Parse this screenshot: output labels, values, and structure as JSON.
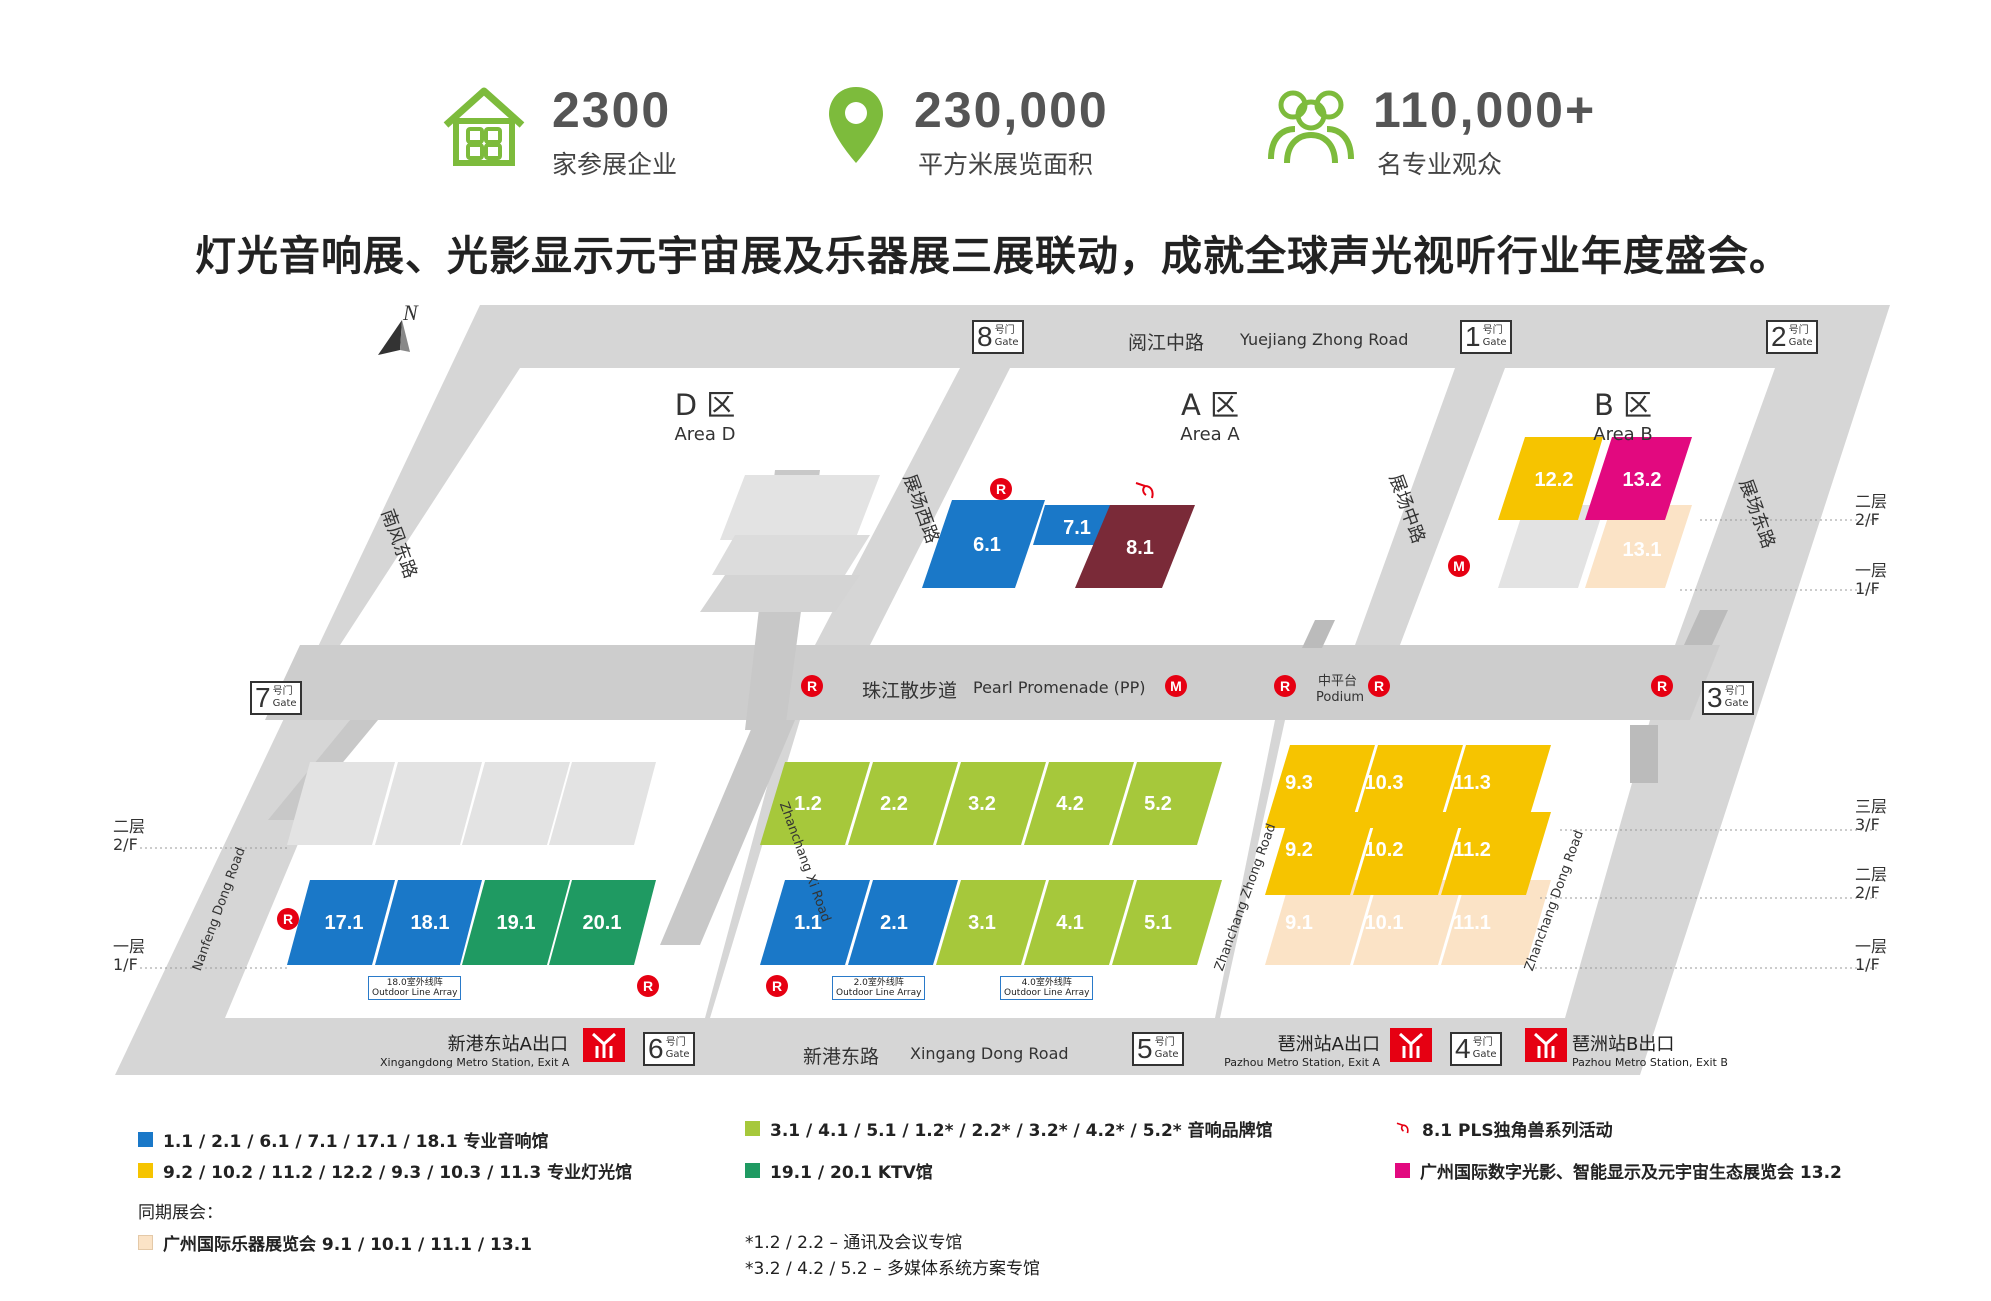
{
  "stats": [
    {
      "icon": "house-icon",
      "number": "2300",
      "label": "家参展企业"
    },
    {
      "icon": "location-pin-icon",
      "number": "230,000",
      "label": "平方米展览面积"
    },
    {
      "icon": "people-icon",
      "number": "110,000+",
      "label": "名专业观众"
    }
  ],
  "headline": "灯光音响展、光影显示元宇宙展及乐器展三展联动，成就全球声光视听行业年度盛会。",
  "areas": {
    "d": {
      "cn": "D 区",
      "en": "Area D"
    },
    "a": {
      "cn": "A 区",
      "en": "Area A"
    },
    "b": {
      "cn": "B 区",
      "en": "Area B"
    }
  },
  "roads": {
    "yuejiang_cn": "阅江中路",
    "yuejiang_en": "Yuejiang Zhong Road",
    "promenade_cn": "珠江散步道",
    "promenade_en": "Pearl Promenade (PP)",
    "podium_cn": "中平台",
    "podium_en": "Podium",
    "xingang_cn": "新港东路",
    "xingang_en": "Xingang Dong Road",
    "nanfeng_cn": "南风东路",
    "nanfeng_en": "Nanfeng Dong Road",
    "zcxi_cn": "展场西路",
    "zcxi_en": "Zhanchang Xi Road",
    "zczhong_cn": "展场中路",
    "zczhong_en": "Zhanchang Zhong Road",
    "zcdong_cn": "展场东路",
    "zcdong_en": "Zhanchang Dong Road"
  },
  "gates": [
    {
      "num": "8",
      "hao": "号门",
      "en": "Gate"
    },
    {
      "num": "1",
      "hao": "号门",
      "en": "Gate"
    },
    {
      "num": "2",
      "hao": "号门",
      "en": "Gate"
    },
    {
      "num": "7",
      "hao": "号门",
      "en": "Gate"
    },
    {
      "num": "3",
      "hao": "号门",
      "en": "Gate"
    },
    {
      "num": "6",
      "hao": "号门",
      "en": "Gate"
    },
    {
      "num": "5",
      "hao": "号门",
      "en": "Gate"
    },
    {
      "num": "4",
      "hao": "号门",
      "en": "Gate"
    }
  ],
  "floors": {
    "f1_cn": "一层",
    "f1_en": "1/F",
    "f2_cn": "二层",
    "f2_en": "2/F",
    "f3_cn": "三层",
    "f3_en": "3/F"
  },
  "halls": {
    "h61": "6.1",
    "h71": "7.1",
    "h81": "8.1",
    "h122": "12.2",
    "h132": "13.2",
    "h131": "13.1",
    "h171": "17.1",
    "h181": "18.1",
    "h191": "19.1",
    "h201": "20.1",
    "h12": "1.2",
    "h22": "2.2",
    "h32": "3.2",
    "h42": "4.2",
    "h52": "5.2",
    "h11": "1.1",
    "h21": "2.1",
    "h31": "3.1",
    "h41": "4.1",
    "h51": "5.1",
    "h93": "9.3",
    "h103": "10.3",
    "h113": "11.3",
    "h92": "9.2",
    "h102": "10.2",
    "h112": "11.2",
    "h91": "9.1",
    "h101": "10.1",
    "h111": "11.1"
  },
  "outdoor": [
    {
      "cn": "18.0室外线阵",
      "en": "Outdoor Line Array"
    },
    {
      "cn": "2.0室外线阵",
      "en": "Outdoor Line Array"
    },
    {
      "cn": "4.0室外线阵",
      "en": "Outdoor Line Array"
    }
  ],
  "metro": {
    "xg_cn": "新港东站A出口",
    "xg_en": "Xingangdong Metro Station, Exit A",
    "pza_cn": "琶洲站A出口",
    "pza_en": "Pazhou Metro Station, Exit A",
    "pzb_cn": "琶洲站B出口",
    "pzb_en": "Pazhou Metro Station, Exit B"
  },
  "markers": {
    "r": "R",
    "m": "M"
  },
  "legend": {
    "blue": "1.1 / 2.1 / 6.1 / 7.1 / 17.1 / 18.1 专业音响馆",
    "yellow": "9.2 / 10.2 / 11.2 / 12.2 / 9.3 / 10.3 / 11.3  专业灯光馆",
    "lime": "3.1 / 4.1 / 5.1 / 1.2* / 2.2* / 3.2* / 4.2* / 5.2* 音响品牌馆",
    "green": "19.1 / 20.1 KTV馆",
    "pls": "8.1 PLS独角兽系列活动",
    "magenta": "广州国际数字光影、智能显示及元宇宙生态展览会  13.2",
    "concurrent_title": "同期展会：",
    "cream": "广州国际乐器展览会  9.1 / 10.1 / 11.1 / 13.1",
    "note1": "*1.2 / 2.2 – 通讯及会议专馆",
    "note2": "*3.2 / 4.2 / 5.2 – 多媒体系统方案专馆"
  },
  "compass": "N",
  "colors": {
    "blue": "#1a78c8",
    "yellow": "#f6c400",
    "lime": "#a6c83b",
    "green": "#1f9a62",
    "maroon": "#7a2a38",
    "magenta": "#e2097f",
    "cream": "#fbe3c6",
    "gray_road": "#d6d6d6",
    "gray_hall": "#e3e3e3",
    "icon_green": "#7dbb3c",
    "red": "#e60012"
  }
}
